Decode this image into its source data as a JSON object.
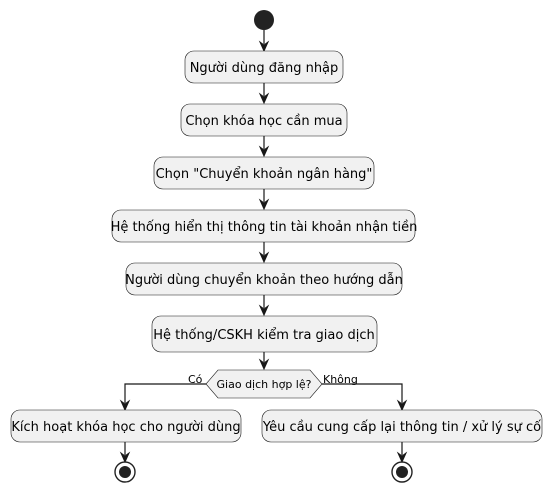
{
  "diagram": {
    "steps": [
      "Người dùng đăng nhập",
      "Chọn khóa học cần mua",
      "Chọn \"Chuyển khoản ngân hàng\"",
      "Hệ thống hiển thị thông tin tài khoản nhận tiền",
      "Người dùng chuyển khoản theo hướng dẫn",
      "Hệ thống/CSKH kiểm tra giao dịch"
    ],
    "decision": {
      "question": "Giao dịch hợp lệ?",
      "yes_label": "Có",
      "no_label": "Không"
    },
    "yes_branch": "Kích hoạt khóa học cho người dùng",
    "no_branch": "Yêu cầu cung cấp lại thông tin / xử lý sự cố"
  },
  "colors": {
    "node_fill": "#f1f1f1",
    "stroke": "#181818",
    "start_end": "#222222"
  }
}
